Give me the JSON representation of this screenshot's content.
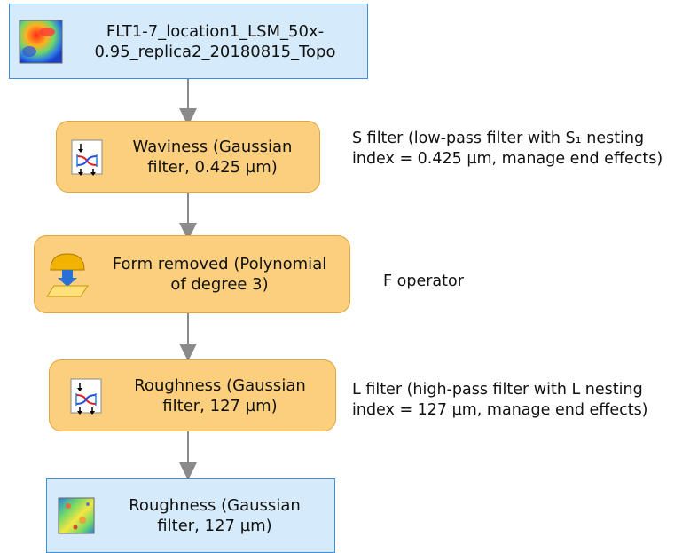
{
  "nodes": {
    "source": {
      "label": "FLT1-7_location1_LSM_50x-0.95_replica2_20180815_Topo",
      "icon": "heatmap-thumbnail-icon"
    },
    "waviness": {
      "label": "Waviness (Gaussian filter, 0.425 µm)",
      "icon": "gaussian-filter-icon"
    },
    "form": {
      "label": "Form removed (Polynomial of degree 3)",
      "icon": "form-removal-icon"
    },
    "roughness_filter": {
      "label": "Roughness (Gaussian filter, 127 µm)",
      "icon": "gaussian-filter-icon"
    },
    "roughness_result": {
      "label": "Roughness (Gaussian filter, 127 µm)",
      "icon": "roughness-thumbnail-icon"
    }
  },
  "notes": {
    "s_filter_line1": "S filter (low-pass filter with S₁ nesting",
    "s_filter_line2": "index = 0.425 µm, manage end effects)",
    "f_operator": "F operator",
    "l_filter_line1": "L filter (high-pass filter with L nesting",
    "l_filter_line2": "index = 127 µm, manage end effects)"
  },
  "colors": {
    "blue_fill": "#d5ebfb",
    "blue_border": "#3f8fd8",
    "orange_fill": "#fbcf7d",
    "orange_border": "#e3a53a",
    "arrow": "#8a8a8a"
  }
}
